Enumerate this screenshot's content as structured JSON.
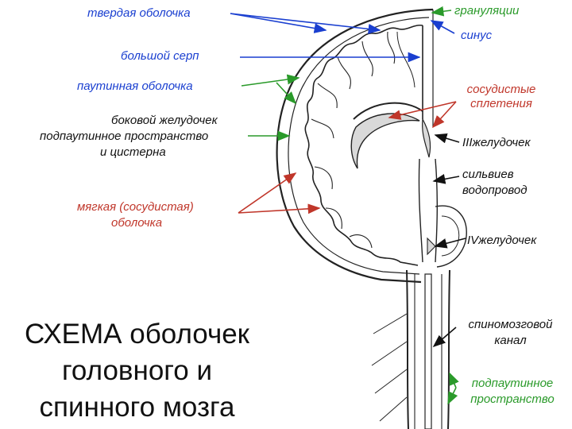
{
  "labels": {
    "dura": "твердая оболочка",
    "falx": "большой серп",
    "arachnoid": "паутинная оболочка",
    "lateral_ventricle": "боковой желудочек",
    "subarachnoid_1": "подпаутинное пространство",
    "subarachnoid_2": "и цистерна",
    "pia_1": "мягкая (сосудистая)",
    "pia_2": "оболочка",
    "granulations": "грануляции",
    "sinus": "синус",
    "plexus_1": "сосудистые",
    "plexus_2": "сплетения",
    "third_ventricle": "IIIжелудочек",
    "aqueduct_1": "сильвиев",
    "aqueduct_2": "водопровод",
    "fourth_ventricle": "IVжелудочек",
    "central_canal_1": "спиномозговой",
    "central_canal_2": "канал",
    "spinal_subarachnoid_1": "подпаутинное",
    "spinal_subarachnoid_2": "пространство"
  },
  "title": {
    "line1": "СХЕМА оболочек",
    "line2": "головного и",
    "line3": "спинного мозга"
  },
  "colors": {
    "blue": "#1a3fd0",
    "green": "#2a9a2a",
    "red": "#c0362a",
    "black": "#111111"
  }
}
